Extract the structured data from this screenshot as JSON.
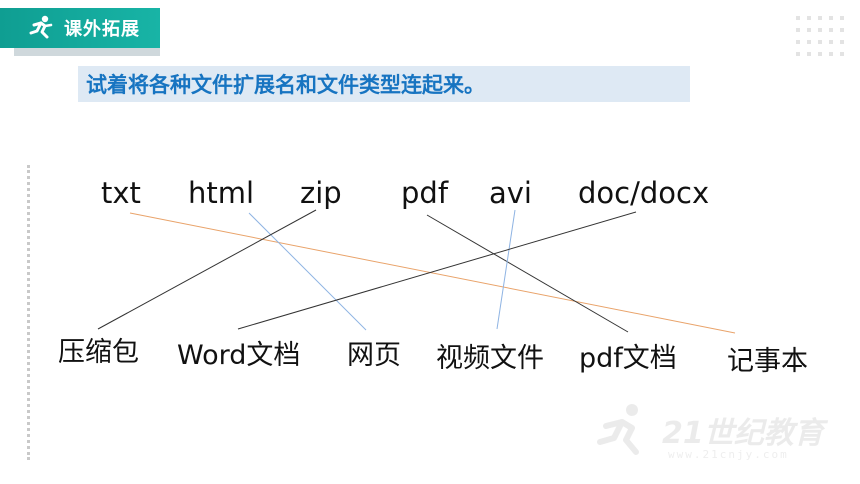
{
  "header": {
    "badge_label": "课外拓展",
    "badge_icon": "runner-icon",
    "accent_color": "#14a89b"
  },
  "instruction": {
    "text": "试着将各种文件扩展名和文件类型连起来。",
    "text_color": "#1774c1",
    "bg_color": "#dee9f4"
  },
  "extensions": [
    {
      "label": "txt"
    },
    {
      "label": "html"
    },
    {
      "label": "zip"
    },
    {
      "label": "pdf"
    },
    {
      "label": "avi"
    },
    {
      "label": "doc/docx"
    }
  ],
  "file_types": [
    {
      "label": "压缩包"
    },
    {
      "label": "Word文档"
    },
    {
      "label": "网页"
    },
    {
      "label": "视频文件"
    },
    {
      "label": "pdf文档"
    },
    {
      "label": "记事本"
    }
  ],
  "connections": [
    {
      "from": "txt",
      "to": "记事本",
      "color": "#e9a36a"
    },
    {
      "from": "html",
      "to": "网页",
      "color": "#8fb4e3"
    },
    {
      "from": "zip",
      "to": "压缩包",
      "color": "#333333"
    },
    {
      "from": "pdf",
      "to": "pdf文档",
      "color": "#333333"
    },
    {
      "from": "avi",
      "to": "视频文件",
      "color": "#8fb4e3"
    },
    {
      "from": "doc/docx",
      "to": "Word文档",
      "color": "#333333"
    }
  ],
  "watermark": {
    "text": "21世纪教育",
    "url": "www.21cnjy.com"
  }
}
